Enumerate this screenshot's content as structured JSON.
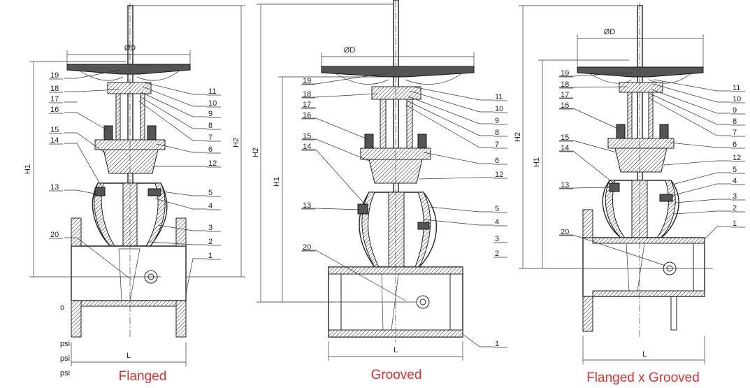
{
  "side_text": [
    "o",
    "psi",
    "psi",
    "psi",
    ""
  ],
  "valves": [
    {
      "caption": "Flanged",
      "dims": {
        "od": "ØD",
        "l": "L",
        "h1": "H1",
        "h2": "H2"
      },
      "left_labels": [
        "19",
        "18",
        "17",
        "16",
        "15",
        "14",
        "13",
        "20"
      ],
      "right_labels": [
        "11",
        "10",
        "9",
        "8",
        "7",
        "6",
        "12",
        "5",
        "4",
        "3",
        "2",
        "1"
      ]
    },
    {
      "caption": "Grooved",
      "dims": {
        "od": "ØD",
        "l": "L",
        "h1": "H1",
        "h2": "H2"
      },
      "left_labels": [
        "19",
        "18",
        "17",
        "16",
        "15",
        "14",
        "13",
        "20"
      ],
      "right_labels": [
        "11",
        "10",
        "9",
        "8",
        "7",
        "6",
        "12",
        "5",
        "4",
        "3",
        "2",
        "1"
      ]
    },
    {
      "caption": "Flanged x Grooved",
      "dims": {
        "od": "ØD",
        "l": "L",
        "h1": "H1",
        "h2": "H2"
      },
      "left_labels": [
        "19",
        "18",
        "17",
        "16",
        "15",
        "14",
        "13",
        "20"
      ],
      "right_labels": [
        "11",
        "10",
        "9",
        "8",
        "7",
        "6",
        "12",
        "5",
        "4",
        "3",
        "2",
        "1"
      ]
    }
  ]
}
